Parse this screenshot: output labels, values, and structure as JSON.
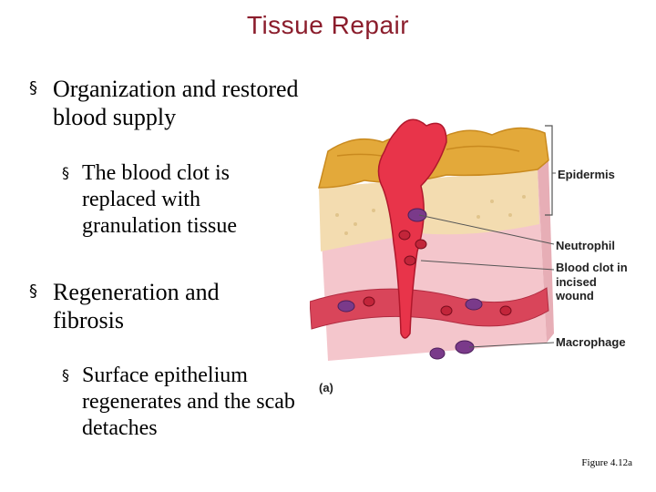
{
  "slide": {
    "title": "Tissue Repair",
    "bullets": [
      {
        "text": "Organization and restored blood supply",
        "sub": [
          "The blood clot is replaced with granulation tissue"
        ]
      },
      {
        "text": "Regeneration and fibrosis",
        "sub": [
          "Surface epithelium regenerates and the scab detaches"
        ]
      }
    ],
    "bullet_symbol": "§"
  },
  "figure": {
    "panel_label": "(a)",
    "labels": {
      "epidermis": "Epidermis",
      "neutrophil": "Neutrophil",
      "blood_clot": "Blood clot in incised wound",
      "macrophage": "Macrophage"
    },
    "caption": "Figure 4.12a"
  },
  "colors": {
    "title": "#8b1d2c",
    "epidermis_top": "#e3a93a",
    "dermis": "#f3dcb0",
    "clot": "#e8344a",
    "vessel": "#d9455a",
    "cells": "#7a3a8a"
  }
}
